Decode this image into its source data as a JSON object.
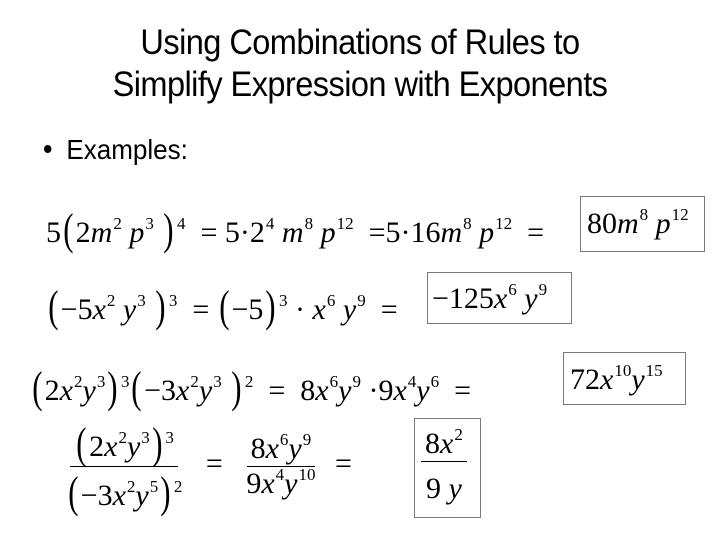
{
  "slide": {
    "title_line1": "Using Combinations of Rules to",
    "title_line2": "Simplify Expression with Exponents",
    "bullet": "Examples:"
  },
  "examples": [
    {
      "expression": "5(2m^2 p^3)^4",
      "steps": [
        "5·2^4 m^8 p^12",
        "5·16m^8 p^12"
      ],
      "answer": "80m^8 p^12"
    },
    {
      "expression": "(−5x^2 y^3)^3",
      "steps": [
        "(−5)^3 · x^6 y^9"
      ],
      "answer": "−125x^6 y^9"
    },
    {
      "expression": "(2x^2 y^3)^3 (−3x^2 y^3)^2",
      "steps": [
        "8x^6 y^9 · 9x^4 y^6"
      ],
      "answer": "72x^10 y^15"
    },
    {
      "expression": "(2x^2 y^3)^3 / (−3x^2 y^5)^2",
      "steps": [
        "8x^6 y^9 / 9x^4 y^10"
      ],
      "answer": "8x^2 / 9y"
    }
  ],
  "t": {
    "five": "5",
    "two": "2",
    "m": "m",
    "p": "p",
    "x": "x",
    "y": "y",
    "eq": "=",
    "dot": "·",
    "e2": "2",
    "e3": "3",
    "e4": "4",
    "e5": "5",
    "e6": "6",
    "e8": "8",
    "e9": "9",
    "e10": "10",
    "e12": "12",
    "e15": "15",
    "lp": "(",
    "rp": ")",
    "minus5": "−5",
    "minus3": "−3",
    "sixteen": "16",
    "eighty": "80",
    "minus125": "−125",
    "eight": "8",
    "nine": "9",
    "seventytwo": "72",
    "eqfive": "=5"
  }
}
